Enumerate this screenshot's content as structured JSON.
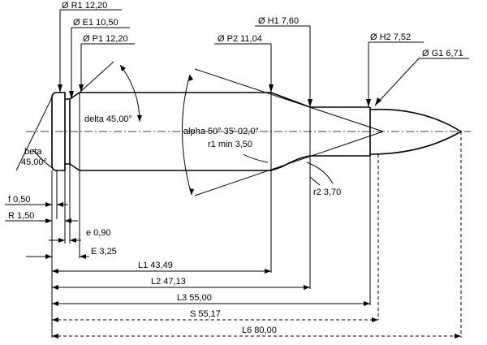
{
  "labels": {
    "r1": "Ø R1  12,20",
    "e1": "Ø E1  10,50",
    "p1": "Ø P1  12,20",
    "h1": "Ø H1  7,60",
    "p2": "Ø P2  11,04",
    "h2": "Ø H2  7,52",
    "g1": "Ø G1  6,71",
    "delta": "delta  45,00°",
    "alpha": "alpha  50° 35' 02,0\"",
    "r1min": "r1 min  3,50",
    "r2": "r2  3,70",
    "beta": "beta",
    "beta_val": "45,00°",
    "f": "f  0,50",
    "R": "R  1,50",
    "e": "e  0,90",
    "E": "E  3,25",
    "L1": "L1  43,49",
    "L2": "L2  47,13",
    "L3": "L3  55,00",
    "S": "S  55,17",
    "L6": "L6  80,00"
  }
}
